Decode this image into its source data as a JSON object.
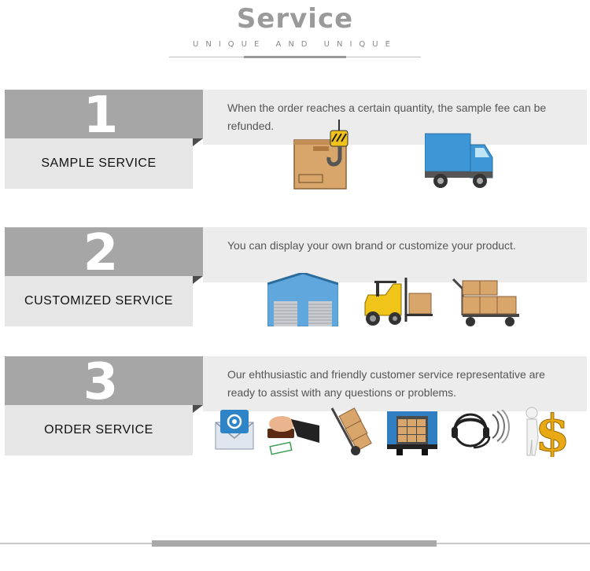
{
  "header": {
    "title": "Service",
    "subtitle": "UNIQUE AND UNIQUE"
  },
  "sections": [
    {
      "number": "1",
      "label": "SAMPLE  SERVICE",
      "description": "When the order reaches a certain quantity, the sample fee can be refunded.",
      "icons": [
        "crane-hook-box-icon",
        "delivery-truck-icon"
      ]
    },
    {
      "number": "2",
      "label": "CUSTOMIZED SERVICE",
      "description": "You can display your own brand or customize your product.",
      "icons": [
        "warehouse-icon",
        "forklift-icon",
        "cart-with-boxes-icon"
      ]
    },
    {
      "number": "3",
      "label": "ORDER  SERVICE",
      "description": "Our ehthusiastic and friendly customer service representative are ready to assist with any questions or problems.",
      "icons": [
        "email-icon",
        "stamp-icon",
        "hand-truck-icon",
        "loaded-truck-icon",
        "customer-support-icon",
        "dollar-figure-icon"
      ]
    }
  ],
  "colors": {
    "number_box": "#a6a6a6",
    "label_box": "#e6e6e6",
    "desc_box": "#ececec",
    "title": "#9a9a9a"
  }
}
